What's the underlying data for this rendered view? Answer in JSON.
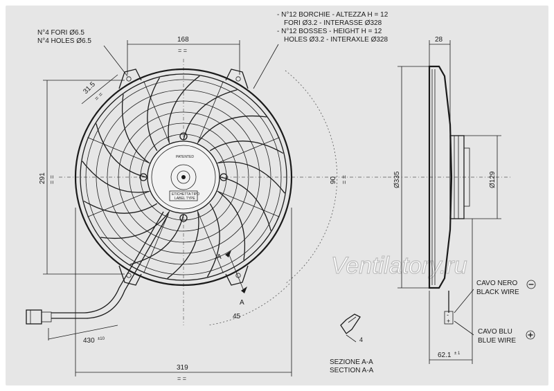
{
  "notes": {
    "holes_it": "N°4 FORI Ø6.5",
    "holes_en": "N°4 HOLES Ø6.5",
    "bosses_it_1": "- N°12 BORCHIE - ALTEZZA H = 12",
    "bosses_it_2": "FORI Ø3.2 - INTERASSE Ø328",
    "bosses_en_1": "- N°12 BOSSES - HEIGHT H = 12",
    "bosses_en_2": "HOLES Ø3.2 - INTERAXLE Ø328"
  },
  "dimensions": {
    "d168": "168",
    "d28": "28",
    "d31_5": "31.5",
    "d291": "291",
    "d90": "90",
    "d335": "Ø335",
    "d129": "Ø129",
    "d45": "45",
    "d430": "430",
    "d430_tol": "±10",
    "d319": "319",
    "d62": "62.1",
    "d62_tol": "± 1",
    "d4": "4",
    "eq": "= ="
  },
  "labels": {
    "section_marker": "A",
    "patented": "PATENTED",
    "label_it": "ETICHETTA TIPO",
    "label_en": "LABEL TYPE",
    "section_it": "SEZIONE A-A",
    "section_en": "SECTION A-A",
    "wire_black_it": "CAVO NERO",
    "wire_black_en": "BLACK WIRE",
    "wire_blue_it": "CAVO BLU",
    "wire_blue_en": "BLUE WIRE",
    "minus": "-",
    "plus": "+"
  },
  "watermark": "Ventilatory.ru",
  "colors": {
    "sheet": "#e6e6e6",
    "ink": "#1a1a1a",
    "watermark_fill": "#ffffff",
    "watermark_stroke": "#bdbdbd"
  },
  "icons": {
    "minus_terminal": "circle-minus-icon",
    "plus_terminal": "circle-plus-icon"
  }
}
